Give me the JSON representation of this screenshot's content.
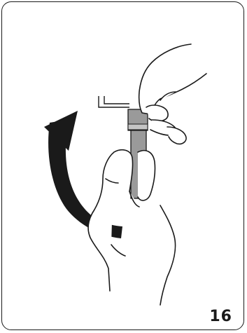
{
  "step": {
    "number": "16"
  },
  "colors": {
    "line": "#1a1a1a",
    "arrow": "#1a1a1a",
    "cap": "#9a9a9a",
    "background": "#ffffff"
  },
  "illustration": {
    "arrow": "curved-rotate-arrow-counterclockwise",
    "upper_hand": "hand-twisting-cap",
    "lower_hand": "hand-holding-vial",
    "object": "vial-with-grey-cap"
  }
}
